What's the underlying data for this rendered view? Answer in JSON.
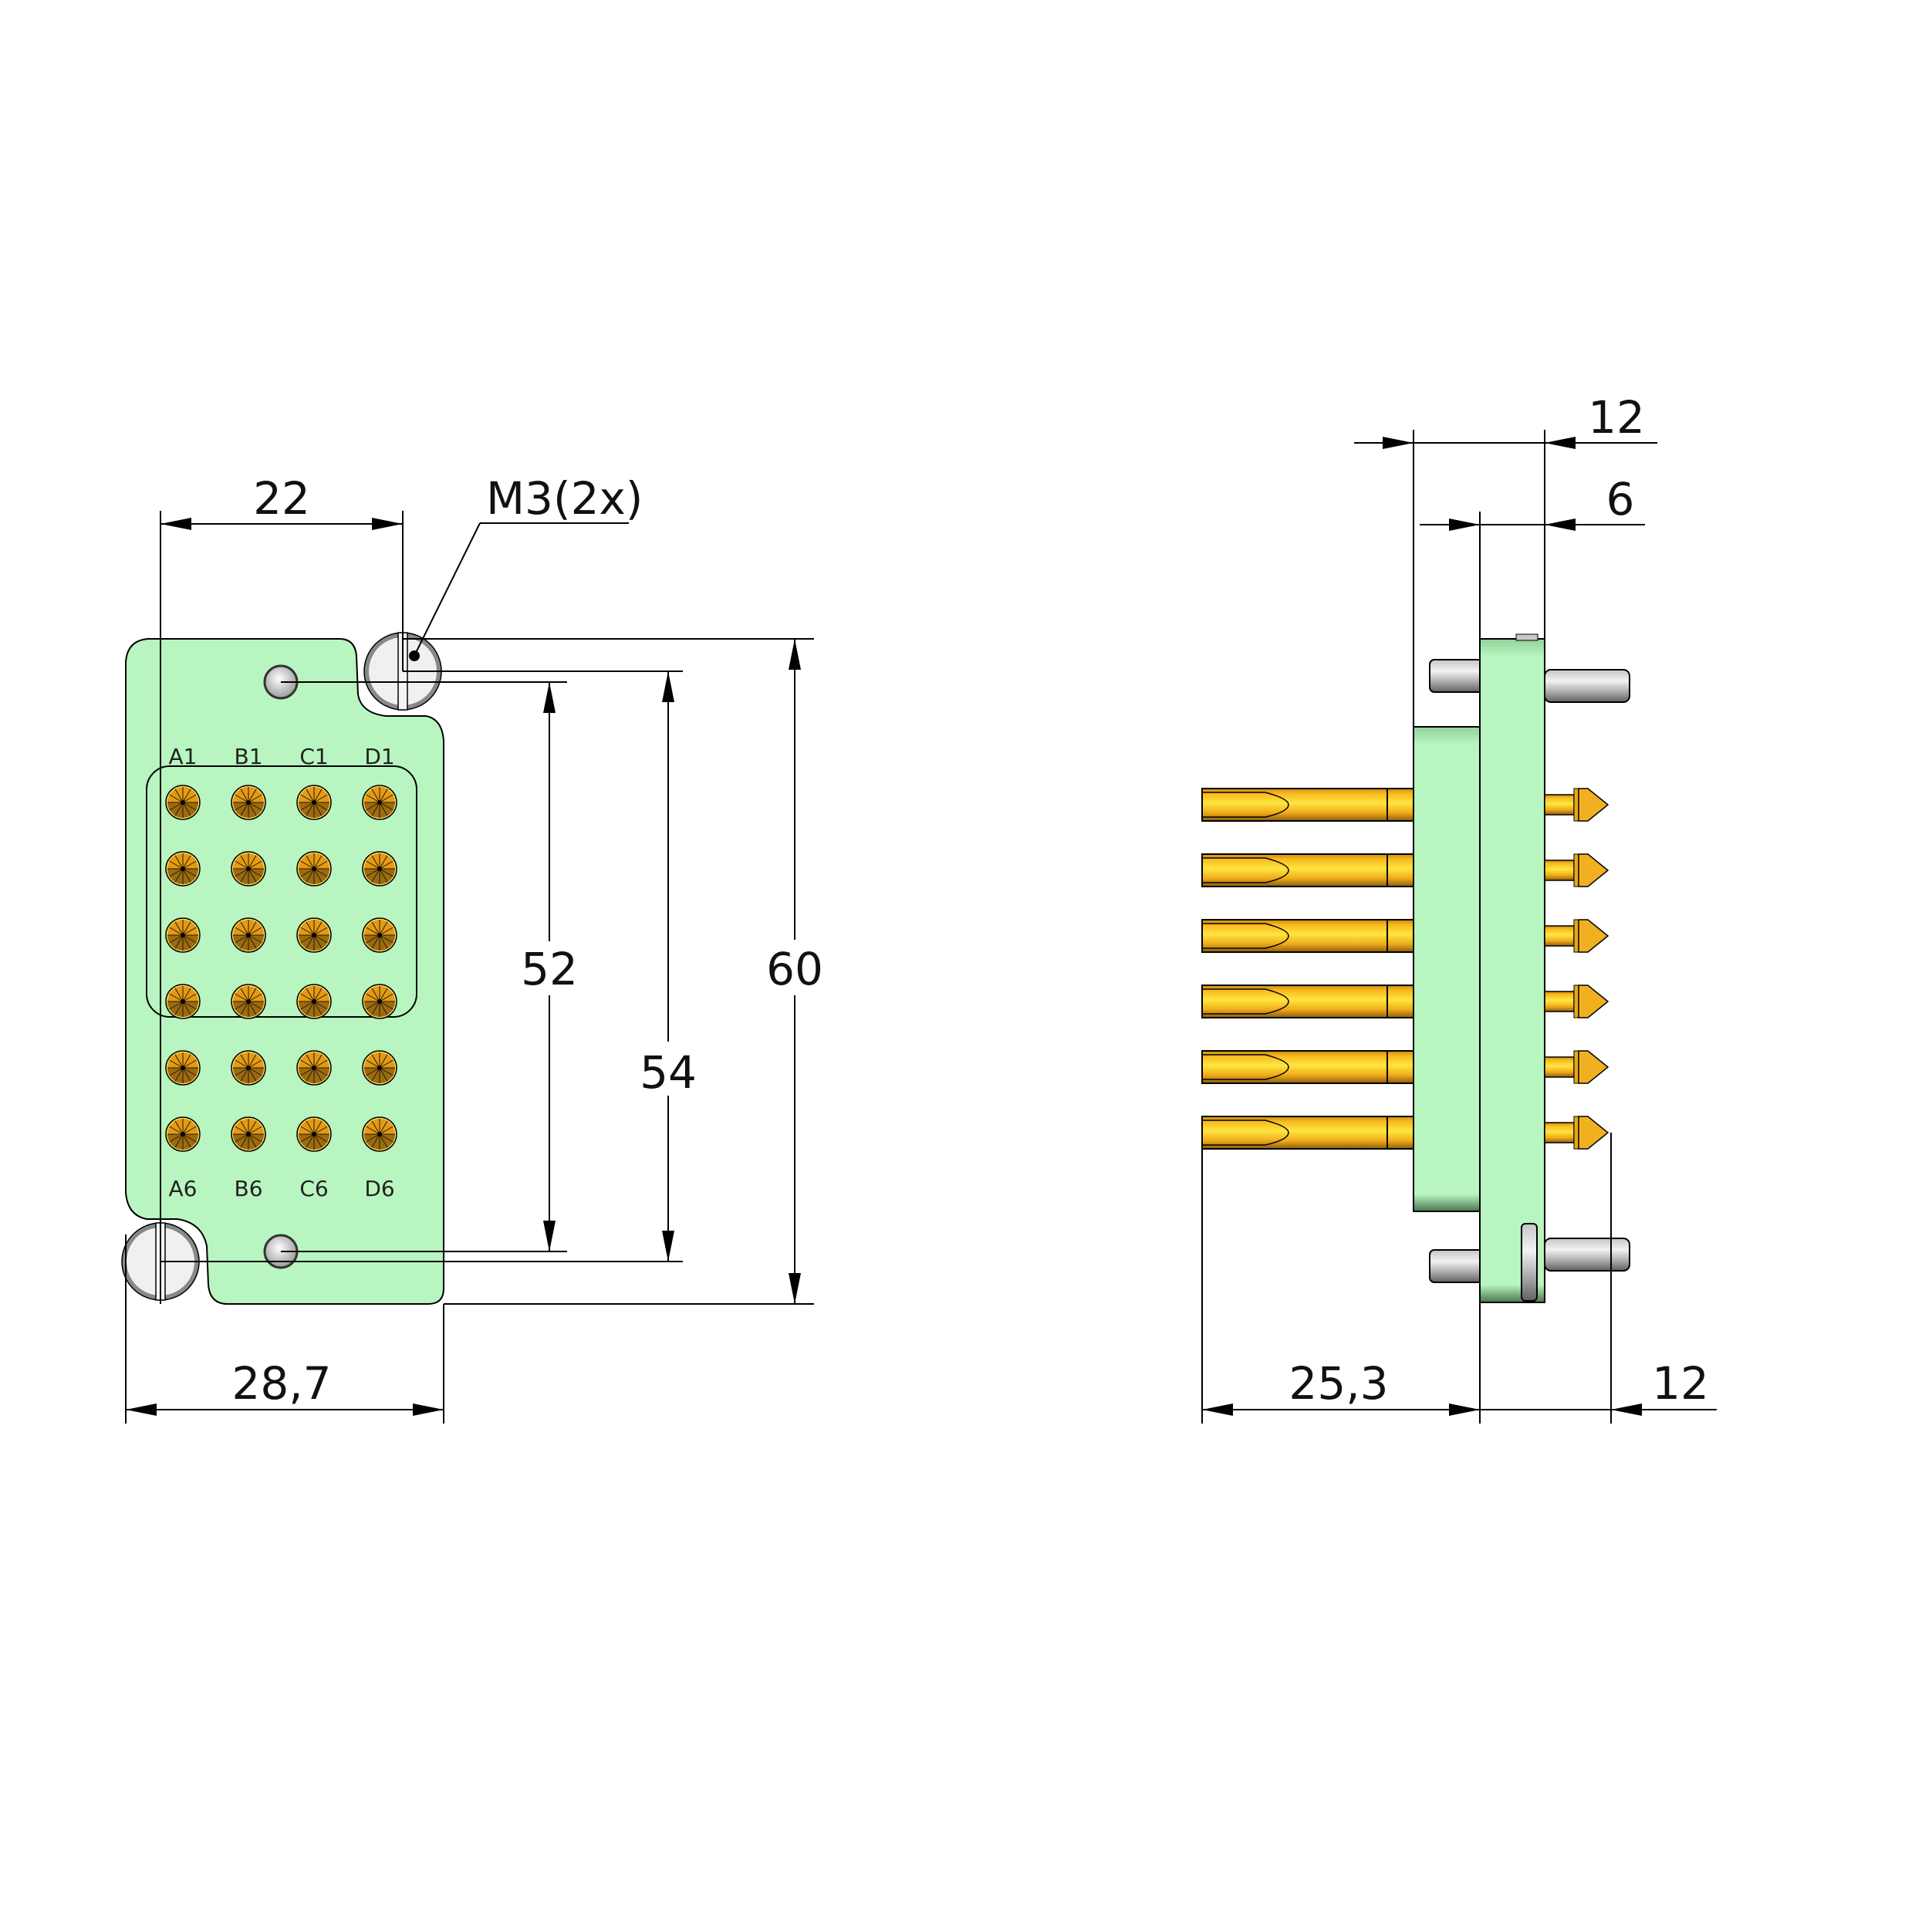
{
  "drawing": {
    "type": "technical-drawing",
    "subject": "rectangular connector, 24 contacts (4 columns x 6 rows)",
    "colors": {
      "housing": "#b8f5c0",
      "housing_shade": "#94d49c",
      "contact_gold": "#f5b521",
      "contact_dark": "#9a6b10",
      "screw_gray": "#cccccc",
      "line": "#000000"
    }
  },
  "front_view": {
    "pin_labels_top": [
      "A1",
      "B1",
      "C1",
      "D1"
    ],
    "pin_labels_bottom": [
      "A6",
      "B6",
      "C6",
      "D6"
    ],
    "rows": 6,
    "columns": 4,
    "dimensions": {
      "screw_spacing_h": "22",
      "thread_callout": "M3(2x)",
      "guide_pin_spacing_v": "52",
      "screw_spacing_v": "54",
      "overall_height": "60",
      "overall_width": "28,7"
    }
  },
  "side_view": {
    "contact_count_visible": 6,
    "dimensions": {
      "top_outer": "12",
      "top_inner": "6",
      "rear_pin_length": "25,3",
      "front_protrusion": "12"
    }
  }
}
